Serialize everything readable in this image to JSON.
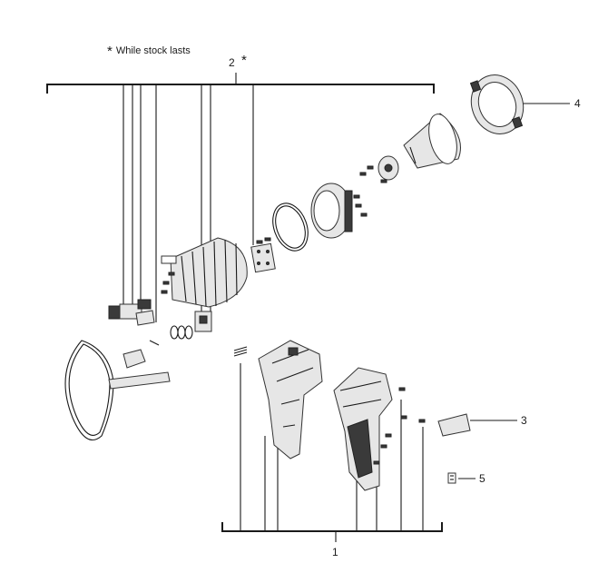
{
  "note": {
    "symbol": "*",
    "text": "While stock lasts"
  },
  "callouts": {
    "c1": "1",
    "c2": "2",
    "c2_star": "*",
    "c3": "3",
    "c4": "4",
    "c5": "5"
  }
}
